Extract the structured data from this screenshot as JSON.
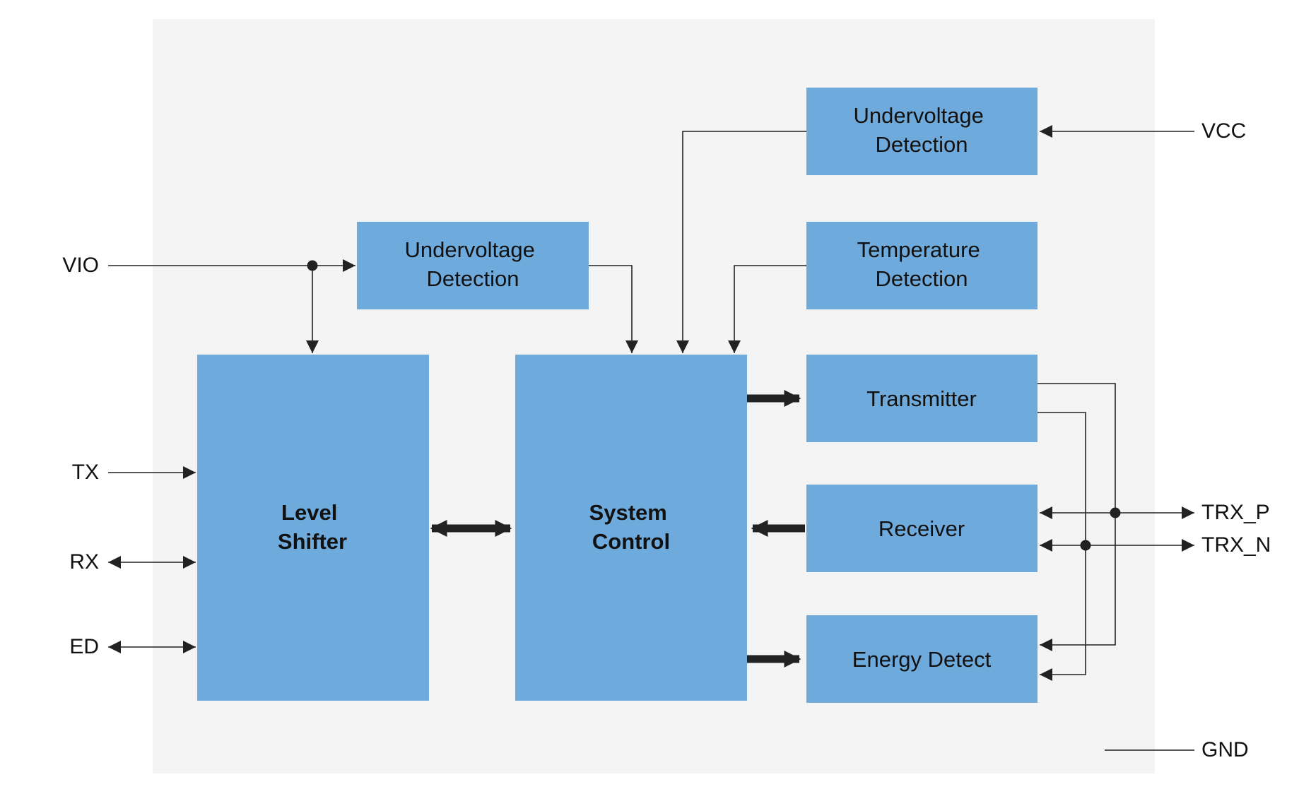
{
  "colors": {
    "background": "#ffffff",
    "panel": "#f4f4f4",
    "block_fill": "#6faadc",
    "line": "#222222",
    "text": "#111111"
  },
  "blocks": {
    "uv_vcc": {
      "line1": "Undervoltage",
      "line2": "Detection"
    },
    "uv_vio": {
      "line1": "Undervoltage",
      "line2": "Detection"
    },
    "temperature": {
      "line1": "Temperature",
      "line2": "Detection"
    },
    "level_shifter": {
      "line1": "Level",
      "line2": "Shifter"
    },
    "system_control": {
      "line1": "System",
      "line2": "Control"
    },
    "transmitter": {
      "label": "Transmitter"
    },
    "receiver": {
      "label": "Receiver"
    },
    "energy_detect": {
      "label": "Energy Detect"
    }
  },
  "pins": {
    "vcc": "VCC",
    "vio": "VIO",
    "tx": "TX",
    "rx": "RX",
    "ed": "ED",
    "trx_p": "TRX_P",
    "trx_n": "TRX_N",
    "gnd": "GND"
  }
}
